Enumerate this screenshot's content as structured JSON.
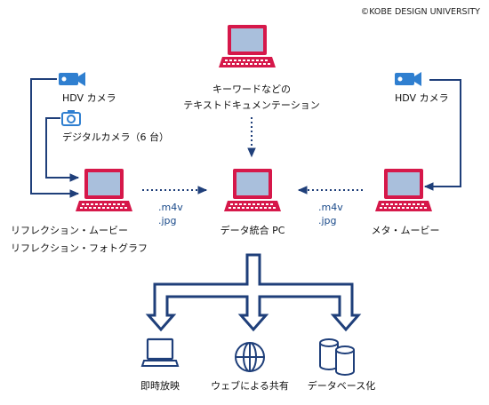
{
  "copyright": "©KOBE DESIGN UNIVERSITY",
  "nodes": {
    "keyword_pc": {
      "label_line1": "キーワードなどの",
      "label_line2": "テキストドキュメンテーション"
    },
    "left_camera": {
      "label": "HDV カメラ"
    },
    "right_camera": {
      "label": "HDV カメラ"
    },
    "digital_camera": {
      "label": "デジタルカメラ（6 台）"
    },
    "reflection_pc": {
      "label_line1": "リフレクション・ムービー",
      "label_line2": "リフレクション・フォトグラフ"
    },
    "integration_pc": {
      "label": "データ統合 PC"
    },
    "meta_pc": {
      "label": "メタ・ムービー"
    }
  },
  "file_types": {
    "left": {
      "line1": ".m4v",
      "line2": ".jpg"
    },
    "right": {
      "line1": ".m4v",
      "line2": ".jpg"
    }
  },
  "outputs": [
    {
      "label": "即時放映",
      "icon": "laptop-icon"
    },
    {
      "label": "ウェブによる共有",
      "icon": "globe-icon"
    },
    {
      "label": "データベース化",
      "icon": "database-icon"
    }
  ],
  "colors": {
    "laptop_body": "#d6184a",
    "laptop_screen": "#a9bfdc",
    "connector": "#1f3f7a",
    "flow_arrow": "#1a4a8a",
    "icon_stroke": "#1f3f7a"
  }
}
